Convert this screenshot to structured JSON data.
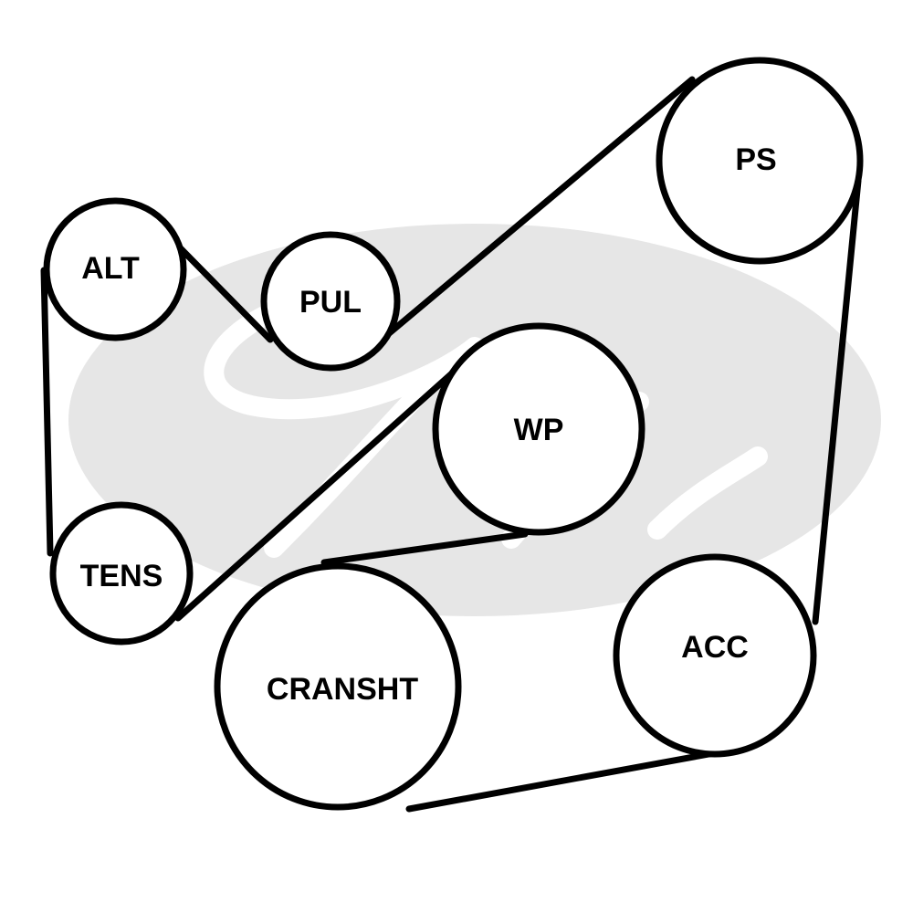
{
  "diagram": {
    "pulleys": [
      {
        "id": "alt",
        "label": "ALT"
      },
      {
        "id": "pul",
        "label": "PUL"
      },
      {
        "id": "ps",
        "label": "PS"
      },
      {
        "id": "wp",
        "label": "WP"
      },
      {
        "id": "tens",
        "label": "TENS"
      },
      {
        "id": "cransht",
        "label": "CRANSHT"
      },
      {
        "id": "acc",
        "label": "ACC"
      }
    ],
    "colors": {
      "belt": "#000000",
      "pulley_fill": "#ffffff",
      "watermark": "#e6e6e6"
    }
  }
}
